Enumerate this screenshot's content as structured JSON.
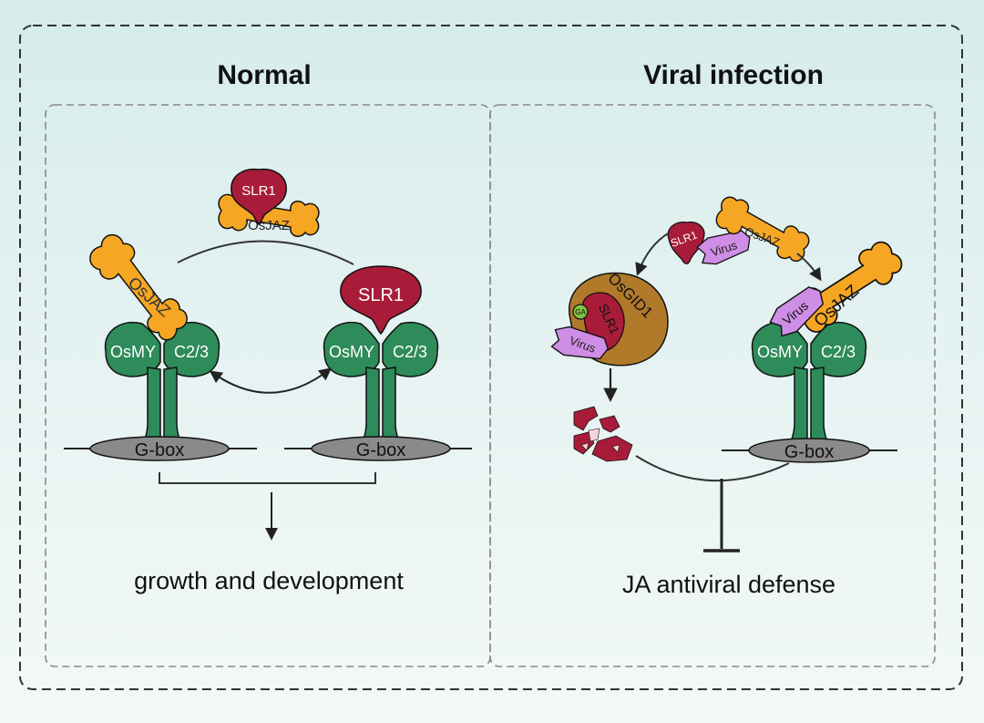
{
  "panels": {
    "normal": {
      "title": "Normal",
      "outcome": "growth and development"
    },
    "infection": {
      "title": "Viral infection",
      "outcome": "JA antiviral defense"
    }
  },
  "labels": {
    "slr1": "SLR1",
    "osjaz": "OsJAZ",
    "osmyc_left": "OsMY",
    "osmyc_right": "C2/3",
    "gbox": "G-box",
    "virus": "Virus",
    "osgid1": "OsGID1",
    "ga": "GA"
  },
  "colors": {
    "osmyc_green": "#2e8b5a",
    "slr1_red": "#a81c3a",
    "osjaz_orange": "#f5a623",
    "virus_purple": "#cf8ee6",
    "osgid1_brown": "#b07a2a",
    "gbox_gray": "#8a8a8a",
    "ga_green": "#7fc241"
  }
}
